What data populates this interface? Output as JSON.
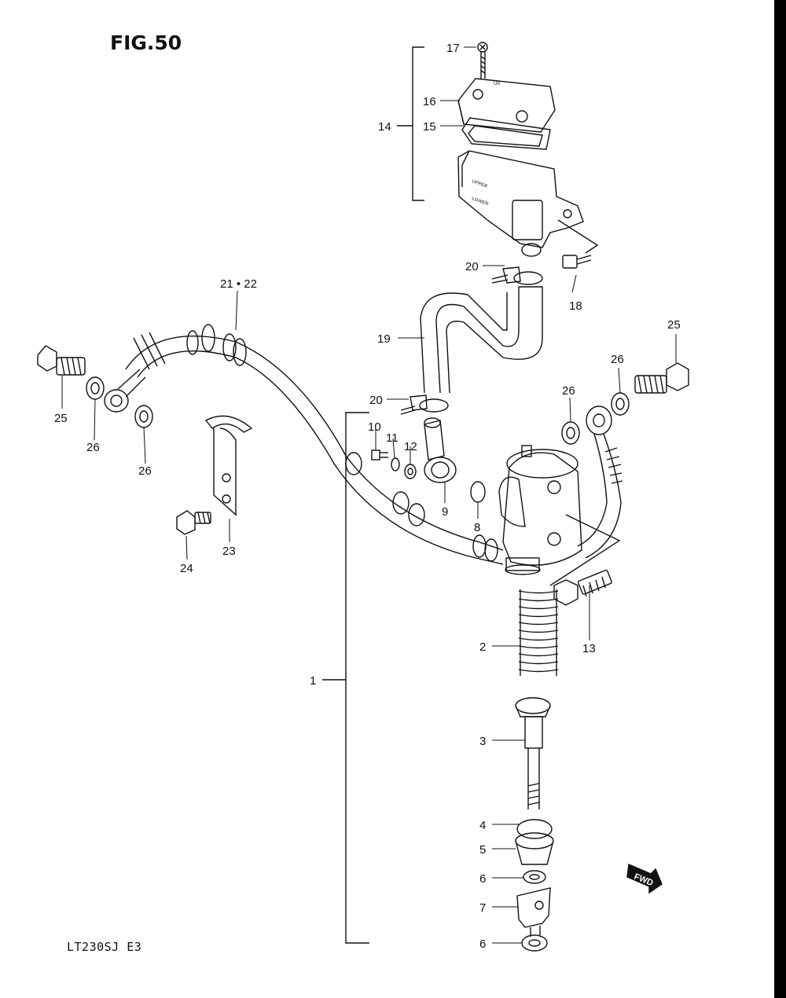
{
  "figure": {
    "title": "FIG.50",
    "model_code": "LT230SJ  E3",
    "fwd_arrow_label": "FWD",
    "reservoir_text_upper": "UPPER",
    "reservoir_text_lower": "LOWER"
  },
  "callouts": {
    "c1": "1",
    "c2": "2",
    "c3": "3",
    "c4": "4",
    "c5": "5",
    "c6a": "6",
    "c6b": "6",
    "c7": "7",
    "c8": "8",
    "c9": "9",
    "c10": "10",
    "c11": "11",
    "c12": "12",
    "c13": "13",
    "c14": "14",
    "c15": "15",
    "c16": "16",
    "c17": "17",
    "c18": "18",
    "c19": "19",
    "c20a": "20",
    "c20b": "20",
    "c21_22": "21 • 22",
    "c23": "23",
    "c24": "24",
    "c25a": "25",
    "c25b": "25",
    "c26a": "26",
    "c26b": "26",
    "c26c": "26",
    "c26d": "26"
  }
}
